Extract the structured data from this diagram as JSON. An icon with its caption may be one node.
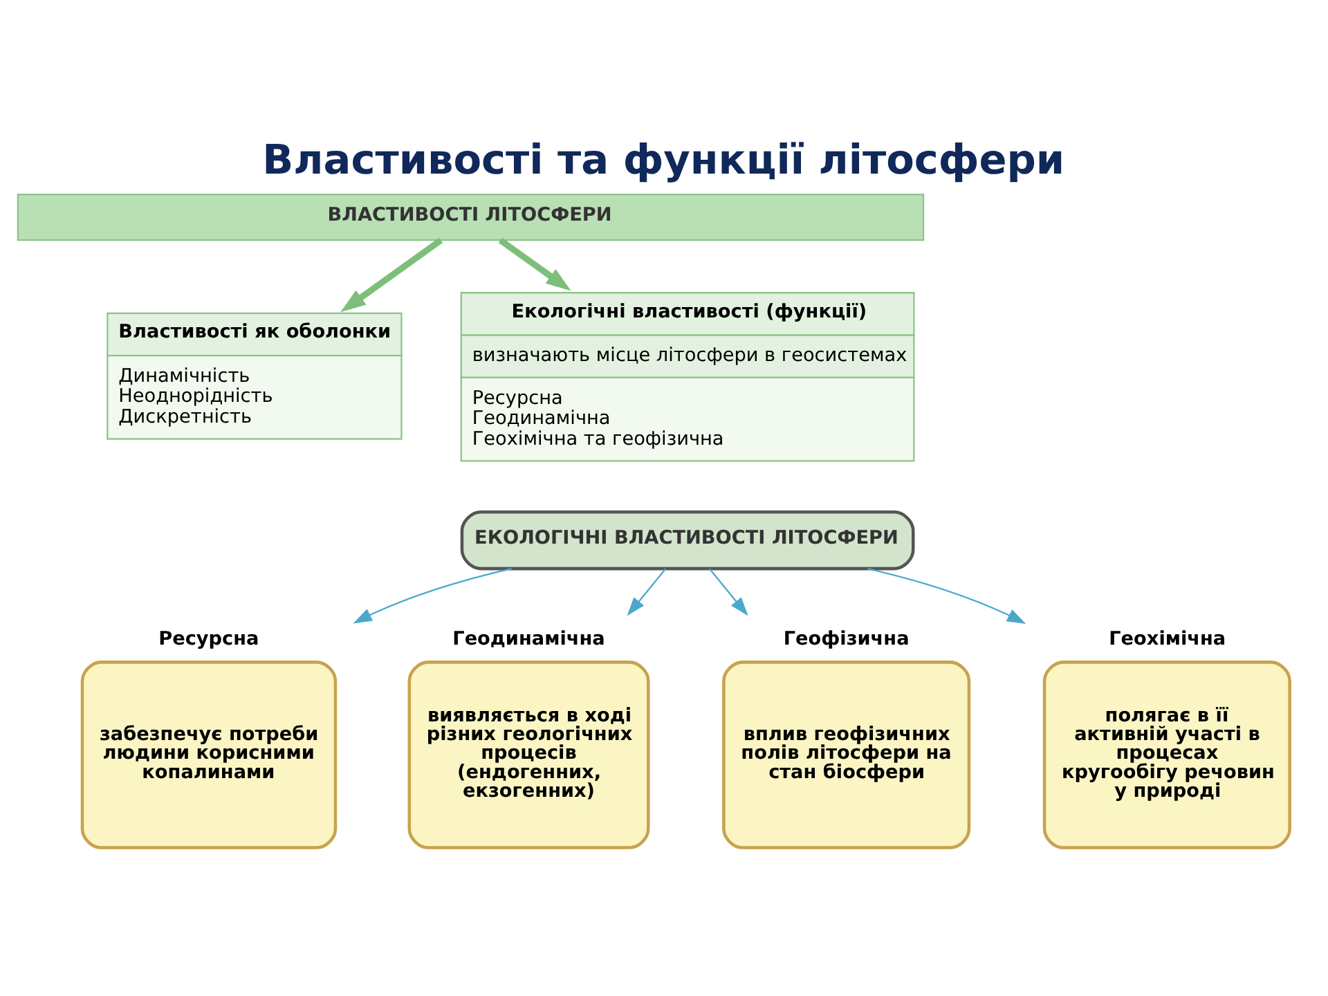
{
  "diagram": {
    "title": "Властивості та функції літосфери",
    "nodes": [
      {
        "text": [
          "ВЛАСТИВОСТІ ЛІТОСФЕРИ"
        ]
      },
      {
        "text": [
          "Властивості як оболонки",
          "Динамічність",
          "Неоднорідність",
          "Дискретність"
        ]
      },
      {
        "text": [
          "Екологічні властивості (функції)",
          "визначають місце літосфери в геосистемах",
          "Ресурсна",
          "Геодинамічна",
          "Геохімічна та геофізична"
        ]
      },
      {
        "text": [
          "ЕКОЛОГІЧНІ ВЛАСТИВОСТІ ЛІТОСФЕРИ"
        ]
      },
      {
        "text": [
          "Ресурсна",
          "забезпечує потреби людини корисними копалинами"
        ]
      },
      {
        "text": [
          "Геодинамічна",
          "виявляється в ході різних геологічних процесів (ендогенних, екзогенних)"
        ]
      },
      {
        "text": [
          "Геофізична",
          "вплив геофізичних полів літосфери на стан біосфери"
        ]
      },
      {
        "text": [
          "Геохімічна",
          "полягає в її активній участі в процесах кругообігу речовин у природі"
        ]
      }
    ],
    "edges": [
      {
        "from": 0,
        "to": 1,
        "arrow": "to",
        "color": "#7dbf7a",
        "style": "thick"
      },
      {
        "from": 0,
        "to": 2,
        "arrow": "to",
        "color": "#7dbf7a",
        "style": "thick"
      },
      {
        "from": 3,
        "to": 4,
        "arrow": "to",
        "color": "#4aa8cc"
      },
      {
        "from": 3,
        "to": 5,
        "arrow": "to",
        "color": "#4aa8cc"
      },
      {
        "from": 3,
        "to": 6,
        "arrow": "to",
        "color": "#4aa8cc"
      },
      {
        "from": 3,
        "to": 7,
        "arrow": "to",
        "color": "#4aa8cc"
      }
    ]
  }
}
